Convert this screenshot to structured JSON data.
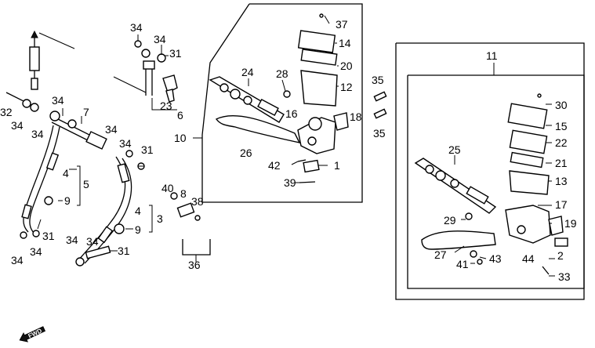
{
  "callouts": {
    "n1": "1",
    "n2": "2",
    "n3": "3",
    "n4a": "4",
    "n4b": "4",
    "n5": "5",
    "n6": "6",
    "n7": "7",
    "n8": "8",
    "n9a": "9",
    "n9b": "9",
    "n10": "10",
    "n11": "11",
    "n12": "12",
    "n13": "13",
    "n14": "14",
    "n15": "15",
    "n16": "16",
    "n17": "17",
    "n18": "18",
    "n19": "19",
    "n20": "20",
    "n21": "21",
    "n22": "22",
    "n23": "23",
    "n24": "24",
    "n25": "25",
    "n26": "26",
    "n27": "27",
    "n28": "28",
    "n29": "29",
    "n30": "30",
    "n31a": "31",
    "n31b": "31",
    "n31c": "31",
    "n31d": "31",
    "n32": "32",
    "n33": "33",
    "n34a": "34",
    "n34b": "34",
    "n34c": "34",
    "n34d": "34",
    "n34e": "34",
    "n34f": "34",
    "n34g": "34",
    "n34h": "34",
    "n34i": "34",
    "n34j": "34",
    "n34k": "34",
    "n35a": "35",
    "n35b": "35",
    "n36": "36",
    "n37": "37",
    "n38": "38",
    "n39": "39",
    "n40": "40",
    "n41": "41",
    "n42": "42",
    "n43": "43",
    "n44": "44"
  },
  "fwd_label": "FWD",
  "colors": {
    "ink": "#000000",
    "paper": "#ffffff"
  }
}
